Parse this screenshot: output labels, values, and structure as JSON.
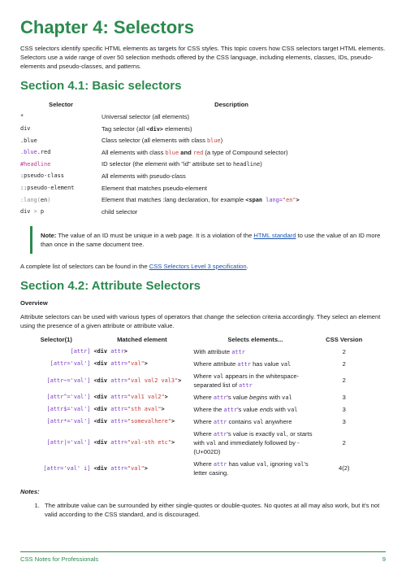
{
  "chapter_title": "Chapter 4: Selectors",
  "intro": "CSS selectors identify specific HTML elements as targets for CSS styles. This topic covers how CSS selectors target HTML elements. Selectors use a wide range of over 50 selection methods offered by the CSS language, including elements, classes, IDs, pseudo-elements and pseudo-classes, and patterns.",
  "section1": {
    "title": "Section 4.1: Basic selectors",
    "headers": {
      "selector": "Selector",
      "description": "Description"
    },
    "rows": {
      "universal": {
        "selector": "*",
        "desc": "Universal selector (all elements)"
      },
      "tag": {
        "selector": "div",
        "desc_a": "Tag selector (all ",
        "desc_code": "<div>",
        "desc_b": " elements)"
      },
      "class": {
        "selector": ".blue",
        "desc_a": "Class selector (all elements with class ",
        "desc_code": "blue",
        "desc_b": ")"
      },
      "compound": {
        "selector_a": ".blue",
        "selector_b": ".red",
        "desc_a": "All elements with class ",
        "code1": "blue",
        "and": " and ",
        "code2": "red",
        "desc_b": " (a type of Compound selector)"
      },
      "id": {
        "selector": "#headline",
        "desc_a": "ID selector (the element with \"id\" attribute set to ",
        "desc_code": "headline",
        "desc_b": ")"
      },
      "pseudo_class": {
        "selector": ":pseudo-class",
        "desc": "All elements with pseudo-class"
      },
      "pseudo_element": {
        "selector": "::pseudo-element",
        "desc": "Element that matches pseudo-element"
      },
      "lang": {
        "selector_a": ":lang(",
        "selector_b": "en",
        "selector_c": ")",
        "desc_a": "Element that matches :lang declaration, for example ",
        "code_tag": "<span",
        "code_attr": " lang=",
        "code_val": "\"en\"",
        "code_end": ">"
      },
      "child": {
        "selector_a": "div",
        "selector_b": " > ",
        "selector_c": "p",
        "desc": "child selector"
      }
    }
  },
  "note": {
    "label": "Note:",
    "text_a": " The value of an ID must be unique in a web page. It is a violation of the ",
    "link": "HTML standard",
    "text_b": " to use the value of an ID more than once in the same document tree."
  },
  "complete_list": {
    "text_a": "A complete list of selectors can be found in the ",
    "link": "CSS Selectors Level 3 specification",
    "text_b": "."
  },
  "section2": {
    "title": "Section 4.2: Attribute Selectors",
    "overview_heading": "Overview",
    "overview": "Attribute selectors can be used with various types of operators that change the selection criteria accordingly. They select an element using the presence of a given attribute or attribute value.",
    "headers": {
      "selector": "Selector(1)",
      "matched": "Matched element",
      "selects": "Selects elements...",
      "version": "CSS Version"
    },
    "rows": {
      "r1": {
        "sel": "[attr]",
        "div": "<div",
        "attr": " attr",
        "end": ">",
        "d_a": "With attribute ",
        "d_code": "attr",
        "ver": "2"
      },
      "r2": {
        "sel": "[attr='val']",
        "div": "<div",
        "attr": " attr=",
        "val": "\"val\"",
        "end": ">",
        "d_a": "Where attribute ",
        "d_code1": "attr",
        "d_b": " has value ",
        "d_code2": "val",
        "ver": "2"
      },
      "r3": {
        "sel": "[attr~='val']",
        "div": "<div",
        "attr": " attr=",
        "val": "\"val val2 val3\"",
        "end": ">",
        "d_code1": "val",
        "d_a": "Where ",
        "d_b": " appears in the whitespace-separated list of ",
        "d_code2": "attr",
        "ver": "2"
      },
      "r4": {
        "sel": "[attr^='val']",
        "div": "<div",
        "attr": " attr=",
        "val": "\"val1 val2\"",
        "end": ">",
        "d_a": "Where ",
        "d_code1": "attr",
        "d_b": "'s value ",
        "d_em": "begins",
        "d_c": " with ",
        "d_code2": "val",
        "ver": "3"
      },
      "r5": {
        "sel": "[attr$='val']",
        "div": "<div",
        "attr": " attr=",
        "val": "\"sth aval\"",
        "end": ">",
        "d_a": "Where the ",
        "d_code1": "attr",
        "d_b": "'s value ",
        "d_em": "ends",
        "d_c": " with ",
        "d_code2": "val",
        "ver": "3"
      },
      "r6": {
        "sel": "[attr*='val']",
        "div": "<div",
        "attr": " attr=",
        "val": "\"somevalhere\"",
        "end": ">",
        "d_a": "Where ",
        "d_code1": "attr",
        "d_b": " contains ",
        "d_code2": "val",
        "d_c": " anywhere",
        "ver": "3"
      },
      "r7": {
        "sel": "[attr|='val']",
        "div": "<div",
        "attr": " attr=",
        "val": "\"val-sth etc\"",
        "end": ">",
        "d_a": "Where ",
        "d_code1": "attr",
        "d_b": "'s value is exactly ",
        "d_code2": "val",
        "d_c": ", or starts with ",
        "d_code3": "val",
        "d_d": " and immediately followed by - (U+002D)",
        "ver": "2"
      },
      "r8": {
        "sel": "[attr='val' i]",
        "div": "<div",
        "attr": " attr=",
        "val": "\"val\"",
        "end": ">",
        "d_a": "Where ",
        "d_code1": "attr",
        "d_b": " has value ",
        "d_code2": "val",
        "d_c": ", ignoring ",
        "d_code3": "val",
        "d_d": "'s letter casing.",
        "ver": "4(2)"
      }
    },
    "notes_heading": "Notes:",
    "notes": [
      "The attribute value can be surrounded by either single-quotes or double-quotes. No quotes at all may also work, but it's not valid according to the CSS standard, and is discouraged."
    ]
  },
  "footer": {
    "left": "CSS Notes for Professionals",
    "right": "9"
  }
}
